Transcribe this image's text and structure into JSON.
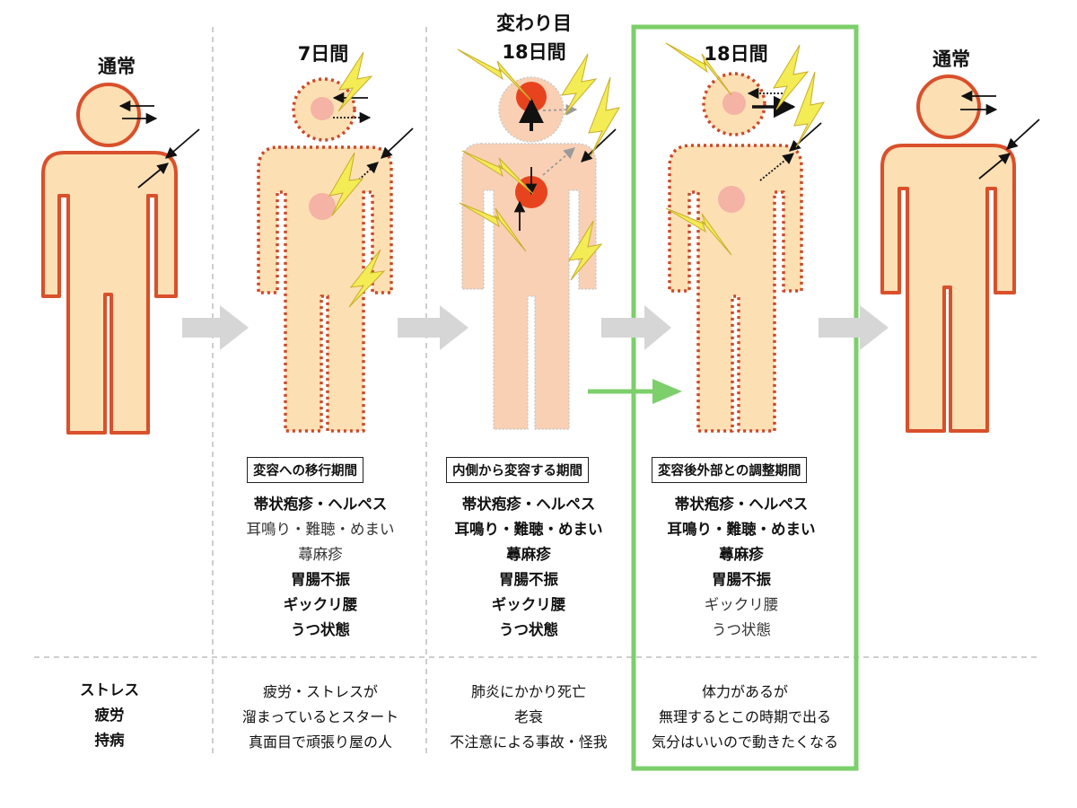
{
  "columns": [
    {
      "heading": "通常"
    },
    {
      "heading": "7日間",
      "label": "変容への移行期間",
      "symptoms": [
        {
          "text": "帯状疱疹・ヘルペス",
          "bold": true
        },
        {
          "text": "耳鳴り・難聴・めまい",
          "bold": false
        },
        {
          "text": "蕁麻疹",
          "bold": false
        },
        {
          "text": "胃腸不振",
          "bold": true
        },
        {
          "text": "ギックリ腰",
          "bold": true
        },
        {
          "text": "うつ状態",
          "bold": true
        }
      ],
      "notes": [
        "疲労・ストレスが",
        "溜まっているとスタート",
        "真面目で頑張り屋の人"
      ]
    },
    {
      "heading_top": "変わり目",
      "heading": "18日間",
      "label": "内側から変容する期間",
      "symptoms": [
        {
          "text": "帯状疱疹・ヘルペス",
          "bold": true
        },
        {
          "text": "耳鳴り・難聴・めまい",
          "bold": true
        },
        {
          "text": "蕁麻疹",
          "bold": true
        },
        {
          "text": "胃腸不振",
          "bold": true
        },
        {
          "text": "ギックリ腰",
          "bold": true
        },
        {
          "text": "うつ状態",
          "bold": true
        }
      ],
      "notes": [
        "肺炎にかかり死亡",
        "老衰",
        "不注意による事故・怪我"
      ]
    },
    {
      "heading": "18日間",
      "label": "変容後外部との調整期間",
      "symptoms": [
        {
          "text": "帯状疱疹・ヘルペス",
          "bold": true
        },
        {
          "text": "耳鳴り・難聴・めまい",
          "bold": true
        },
        {
          "text": "蕁麻疹",
          "bold": true
        },
        {
          "text": "胃腸不振",
          "bold": true
        },
        {
          "text": "ギックリ腰",
          "bold": false
        },
        {
          "text": "うつ状態",
          "bold": false
        }
      ],
      "notes": [
        "体力があるが",
        "無理するとこの時期で出る",
        "気分はいいので動きたくなる"
      ]
    },
    {
      "heading": "通常"
    }
  ],
  "row_labels": [
    "ストレス",
    "疲労",
    "持病"
  ],
  "colors": {
    "skin": "#fddfb4",
    "outline": "#d9502b",
    "inner_spot": "#f4b3a4",
    "hot_spot": "#e8431f",
    "pale_body": "#f9d0b4",
    "lightning": "#f3ec55",
    "lightning_stroke": "#c9ad2a",
    "gray_arrow": "#d6d6d6",
    "highlight": "#7ccf6b"
  }
}
